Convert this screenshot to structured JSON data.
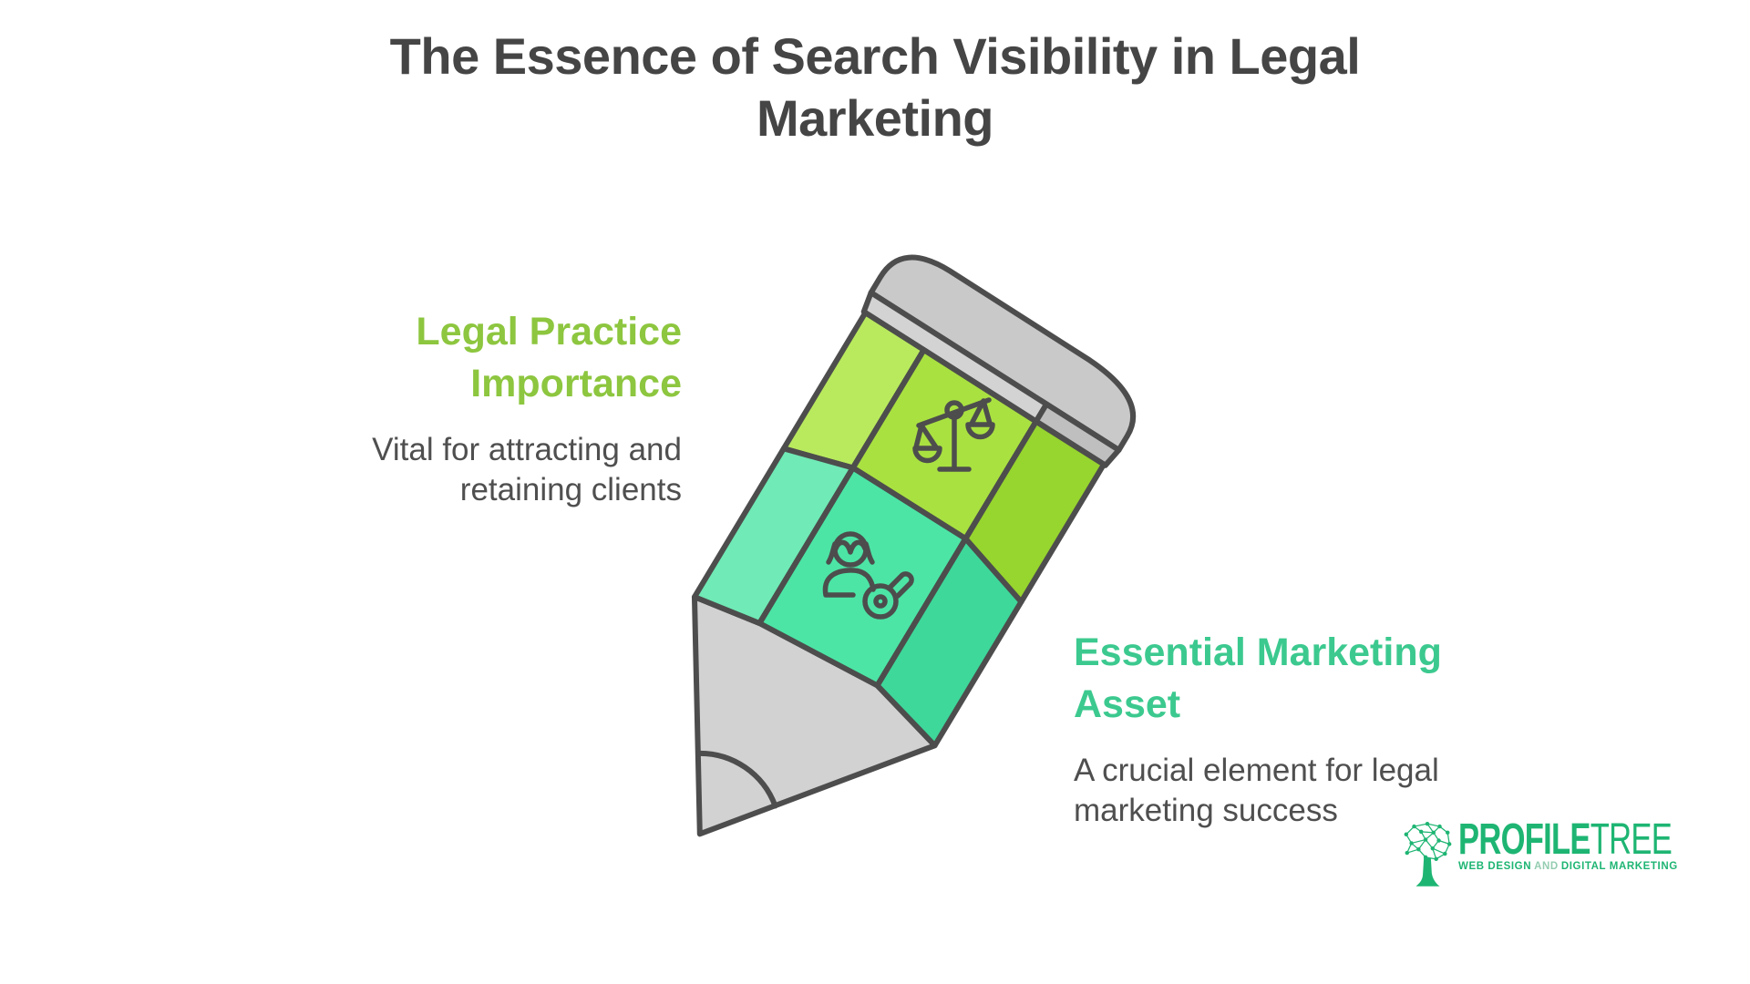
{
  "page": {
    "background": "#ffffff"
  },
  "title": {
    "lines": [
      "The Essence of Search Visibility in Legal",
      "Marketing"
    ],
    "color": "#454545"
  },
  "left_callout": {
    "heading_lines": [
      "Legal Practice",
      "Importance"
    ],
    "heading_color": "#8dc63f",
    "body_lines": [
      "Vital for attracting and",
      "retaining clients"
    ],
    "body_color": "#4f4f4f"
  },
  "right_callout": {
    "heading_lines": [
      "Essential Marketing",
      "Asset"
    ],
    "heading_color": "#3cc98f",
    "body_lines": [
      "A crucial element for legal",
      "marketing success"
    ],
    "body_color": "#4f4f4f"
  },
  "pencil": {
    "outline_color": "#4d4d4d",
    "rotation_deg": 31,
    "segments": [
      "eraser-cap",
      "ferrule-band",
      "scales-band",
      "person-band",
      "tip-cone"
    ],
    "icons": [
      "scales-of-justice",
      "person-search"
    ]
  },
  "pencil_colors": {
    "lime_left": "#b9ea5e",
    "lime_center": "#a9e141",
    "lime_right": "#97d52f",
    "teal_left": "#70eab6",
    "teal_center": "#4ce5a5",
    "teal_right": "#3ed89a",
    "gray_dome": "#c9c9c9",
    "gray_band": "#d3d3d3",
    "gray_band_dark": "#bfbfbf",
    "gray_cone": "#d2d2d2"
  },
  "logo": {
    "brand_first": "PROFILE",
    "brand_second": "TREE",
    "tagline_web_design": "WEB DESIGN",
    "tagline_and": "AND",
    "tagline_digital": "DIGITAL MARKETING",
    "color": "#1eb573",
    "tagline_and_color": "#94cdb1"
  }
}
